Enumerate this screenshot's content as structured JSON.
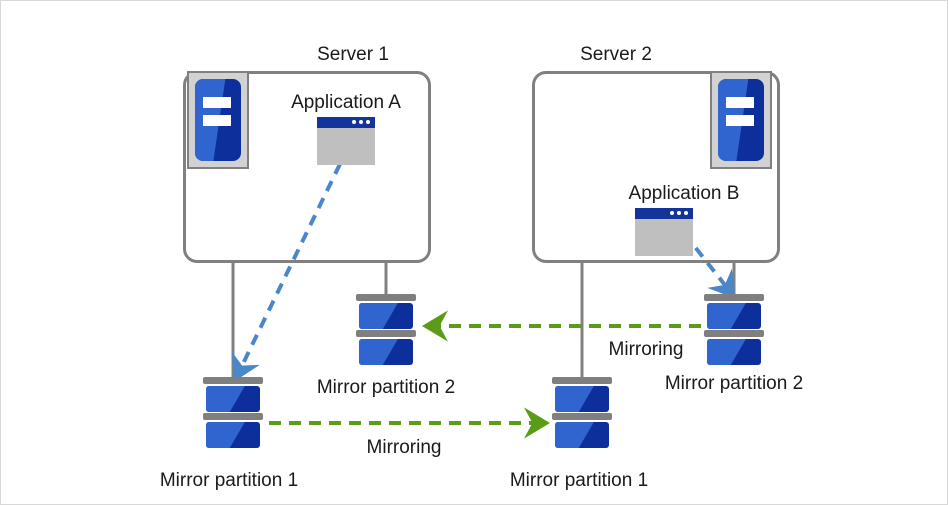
{
  "diagram": {
    "title_server1": "Server 1",
    "title_server2": "Server 2",
    "app_a_label": "Application A",
    "app_b_label": "Application B",
    "s1_partition1_label": "Mirror partition 1",
    "s1_partition2_label": "Mirror partition 2",
    "s2_partition1_label": "Mirror partition 1",
    "s2_partition2_label": "Mirror partition 2",
    "mirroring_bottom_label": "Mirroring",
    "mirroring_top_label": "Mirroring",
    "colors": {
      "server_outline": "#808080",
      "icon_frame": "#d2d2d2",
      "blue_dark": "#0c2f9c",
      "blue_light": "#3064cf",
      "app_titlebar": "#13359b",
      "app_body": "#bfbfbf",
      "disk_plate": "#7f7f7f",
      "arrow_blue": "#4a87c8",
      "arrow_green": "#5a9c18",
      "text": "#1a1a1a",
      "page_border": "#d8d8d8"
    }
  }
}
